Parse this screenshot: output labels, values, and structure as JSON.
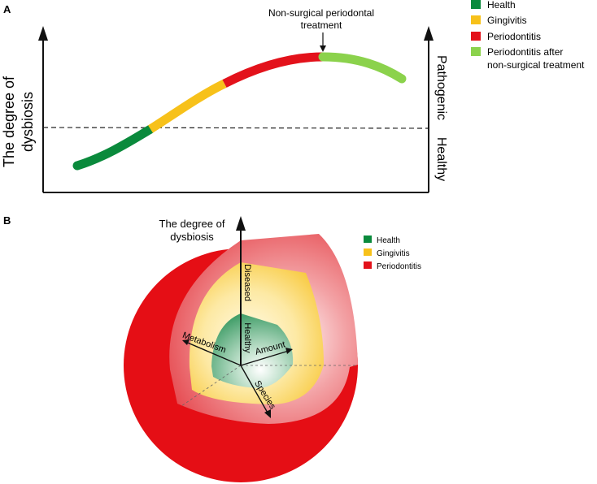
{
  "panel_a": {
    "label": "A",
    "y_axis_label_line1": "The degree of",
    "y_axis_label_line2": "dysbiosis",
    "right_label_top": "Pathogenic",
    "right_label_bottom": "Healthy",
    "annotation_line1": "Non-surgical periodontal",
    "annotation_line2": "treatment",
    "legend": [
      {
        "label": "Health",
        "color": "#0a8a3c"
      },
      {
        "label": "Gingivitis",
        "color": "#f7c11a"
      },
      {
        "label": "Periodontitis",
        "color": "#e3121b"
      },
      {
        "label": "Periodontitis after",
        "label2": "non-surgical treatment",
        "color": "#8bd24c"
      }
    ],
    "curve_segments": [
      {
        "stage": "Health",
        "color": "#0a8a3c"
      },
      {
        "stage": "Gingivitis",
        "color": "#f7c11a"
      },
      {
        "stage": "Periodontitis",
        "color": "#e3121b"
      },
      {
        "stage": "Periodontitis after non-surgical treatment",
        "color": "#8bd24c"
      }
    ]
  },
  "panel_b": {
    "label": "B",
    "axis_title_line1": "The degree of",
    "axis_title_line2": "dysbiosis",
    "axis_labels": {
      "diseased": "Diseased",
      "healthy": "Healthy",
      "metabolism": "Metabolism",
      "amount": "Amount",
      "species": "Species"
    },
    "legend": [
      {
        "label": "Health",
        "color": "#0a8a3c"
      },
      {
        "label": "Gingivitis",
        "color": "#f7c11a"
      },
      {
        "label": "Periodontitis",
        "color": "#e3121b"
      }
    ]
  }
}
